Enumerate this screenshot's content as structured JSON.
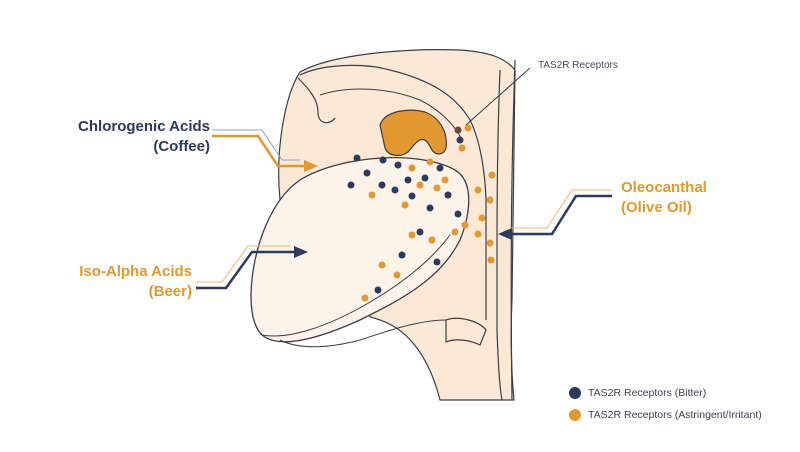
{
  "colors": {
    "navy": "#2b3a5f",
    "orange": "#e3982f",
    "skin": "#fbe9d6",
    "outline": "#3a3d4d",
    "receptor_brown": "#6b4a3a"
  },
  "labels": {
    "chlorogenic": {
      "line1": "Chlorogenic Acids",
      "line2": "(Coffee)"
    },
    "oleocanthal": {
      "line1": "Oleocanthal",
      "line2": "(Olive Oil)"
    },
    "iso_alpha": {
      "line1": "Iso-Alpha Acids",
      "line2": "(Beer)"
    },
    "callout": "TAS2R Receptors"
  },
  "legend": {
    "bitter": "TAS2R Receptors (Bitter)",
    "astringent": "TAS2R Receptors (Astringent/Irritant)"
  }
}
